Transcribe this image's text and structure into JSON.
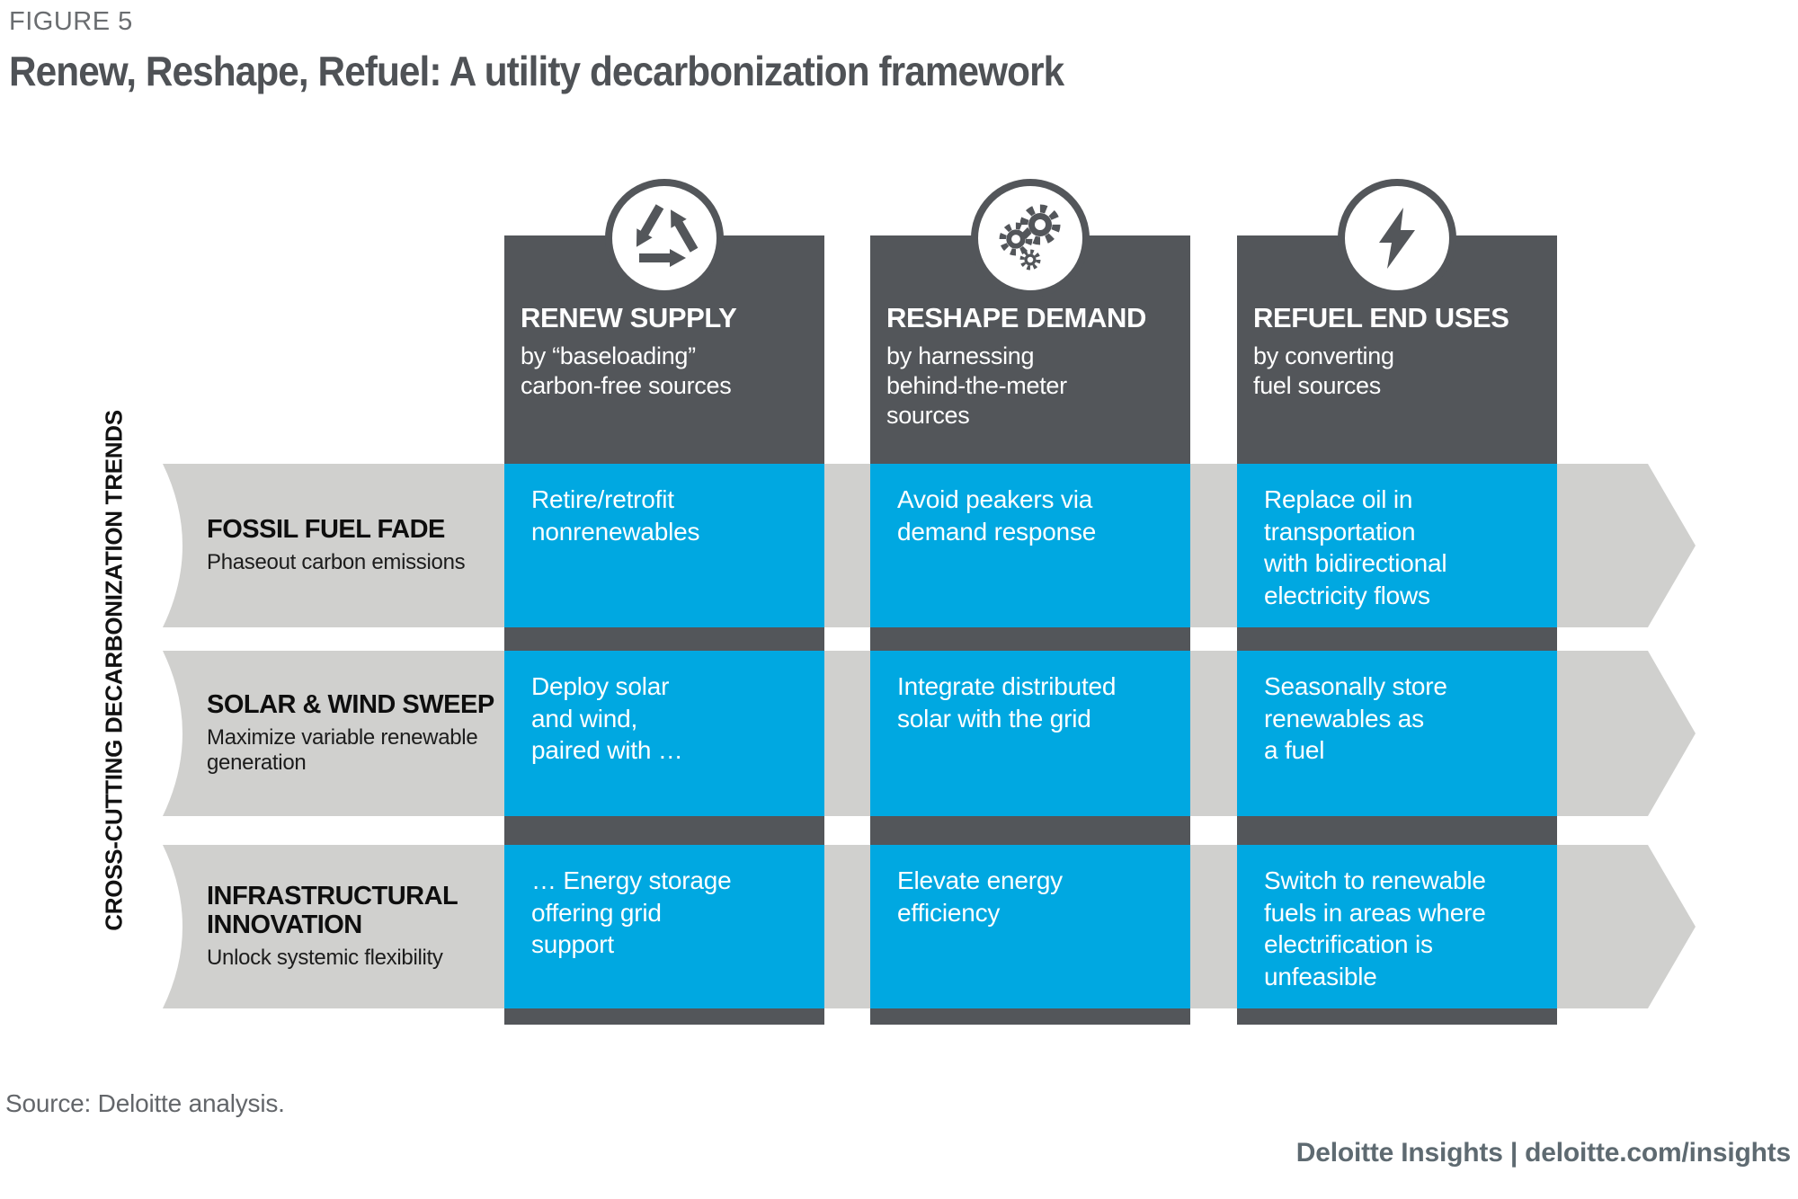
{
  "header": {
    "figure_label": "FIGURE 5",
    "title": "Renew, Reshape, Refuel: A utility decarbonization framework"
  },
  "axis": {
    "label": "CROSS-CUTTING DECARBONIZATION TRENDS"
  },
  "columns": [
    {
      "icon": "recycle-icon",
      "title": "RENEW SUPPLY",
      "subtitle": "by “baseloading”\ncarbon-free sources"
    },
    {
      "icon": "gears-icon",
      "title": "RESHAPE DEMAND",
      "subtitle": "by harnessing\nbehind-the-meter\nsources"
    },
    {
      "icon": "lightning-icon",
      "title": "REFUEL END USES",
      "subtitle": "by converting\nfuel sources"
    }
  ],
  "rows": [
    {
      "title": "FOSSIL FUEL FADE",
      "subtitle": "Phaseout carbon emissions",
      "cells": [
        "Retire/retrofit\nnonrenewables",
        "Avoid peakers via\ndemand response",
        "Replace oil in\ntransportation\nwith bidirectional\nelectricity flows"
      ]
    },
    {
      "title": "SOLAR & WIND SWEEP",
      "subtitle": "Maximize variable renewable\ngeneration",
      "cells": [
        "Deploy solar\nand wind,\npaired with …",
        "Integrate distributed\nsolar with the grid",
        "Seasonally store\nrenewables as\na fuel"
      ]
    },
    {
      "title": "INFRASTRUCTURAL\nINNOVATION",
      "subtitle": "Unlock systemic flexibility",
      "cells": [
        "… Energy storage\noffering grid\nsupport",
        "Elevate energy\nefficiency",
        "Switch to renewable\nfuels in areas where\nelectrification is\nunfeasible"
      ]
    }
  ],
  "footer": {
    "source": "Source: Deloitte analysis.",
    "brand": "Deloitte Insights | deloitte.com/insights"
  },
  "colors": {
    "accent_blue": "#00A8E1",
    "dark_gray": "#53565A",
    "band_gray": "#D0D0CE",
    "label_gray": "#63666A"
  }
}
